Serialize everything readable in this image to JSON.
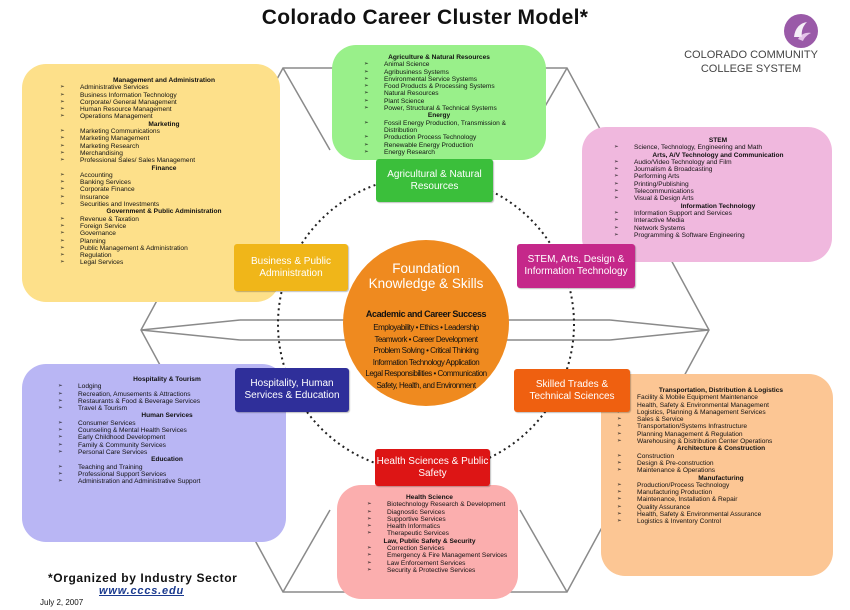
{
  "title": "Colorado Career Cluster Model*",
  "logo": {
    "lines": [
      "COLORADO COMMUNITY",
      "COLLEGE SYSTEM"
    ]
  },
  "footnote": "*Organized by Industry Sector",
  "website": "www.cccs.edu",
  "date": "July 2, 2007",
  "center": {
    "title_line1": "Foundation",
    "title_line2": "Knowledge & Skills",
    "subtitle": "Academic and Career Success",
    "lines": [
      "Employability • Ethics • Leadership",
      "Teamwork • Career Development",
      "Problem Solving • Critical Thinking",
      "Information Technology Application",
      "Legal Responsibilities • Communication",
      "Safety, Health, and Environment"
    ]
  },
  "labels": {
    "agriculture": "Agricultural & Natural Resources",
    "business": "Business & Public Administration",
    "stem": "STEM, Arts, Design & Information Technology",
    "hospitality": "Hospitality, Human Services & Education",
    "skilled": "Skilled Trades & Technical Sciences",
    "health": "Health Sciences & Public Safety"
  },
  "panels": {
    "agriculture": [
      {
        "heading": "Agriculture & Natural Resources",
        "items": [
          "Animal Science",
          "Agribusiness Systems",
          "Environmental Service Systems",
          "Food Products & Processing Systems",
          "Natural Resources",
          "Plant Science",
          "Power, Structural & Technical Systems"
        ]
      },
      {
        "heading": "Energy",
        "items": [
          "Fossil Energy Production, Transmission & Distribution",
          "Production Process Technology",
          "Renewable Energy Production",
          "Energy Research"
        ]
      }
    ],
    "business": [
      {
        "heading": "Management and Administration",
        "items": [
          "Administrative Services",
          "Business Information Technology",
          "Corporate/ General Management",
          "Human Resource Management",
          "Operations Management"
        ]
      },
      {
        "heading": "Marketing",
        "items": [
          "Marketing Communications",
          "Marketing Management",
          "Marketing Research",
          "Merchandising",
          "Professional Sales/ Sales Management"
        ]
      },
      {
        "heading": "Finance",
        "items": [
          "Accounting",
          "Banking Services",
          "Corporate Finance",
          "Insurance",
          "Securities and Investments"
        ]
      },
      {
        "heading": "Government & Public Administration",
        "items": [
          "Revenue & Taxation",
          "Foreign Service",
          "Governance",
          "Planning",
          "Public Management & Administration",
          "Regulation",
          "Legal Services"
        ]
      }
    ],
    "stem": [
      {
        "heading": "STEM",
        "items": [
          "Science, Technology, Engineering and Math"
        ]
      },
      {
        "heading": "Arts, A/V Technology and Communication",
        "items": [
          "Audio/Video Technology and Film",
          "Journalism & Broadcasting",
          "Performing Arts",
          "Printing/Publishing",
          "Telecommunications",
          "Visual & Design Arts"
        ]
      },
      {
        "heading": "Information Technology",
        "items": [
          "Information Support and Services",
          "Interactive Media",
          "Network Systems",
          "Programming & Software Engineering"
        ]
      }
    ],
    "hospitality": [
      {
        "heading": "Hospitality & Tourism",
        "items": [
          "Lodging",
          "Recreation, Amusements & Attractions",
          "Restaurants & Food & Beverage Services",
          "Travel & Tourism"
        ]
      },
      {
        "heading": "Human Services",
        "items": [
          "Consumer Services",
          "Counseling & Mental Health Services",
          "Early Childhood Development",
          "Family & Community Services",
          "Personal Care Services"
        ]
      },
      {
        "heading": "Education",
        "items": [
          "Teaching and Training",
          "Professional Support Services",
          "Administration and Administrative Support"
        ]
      }
    ],
    "skilled": [
      {
        "heading": "Transportation, Distribution & Logistics",
        "items": [
          "Facility & Mobile Equipment Maintenance",
          "Health, Safety & Environmental Management",
          "Logistics, Planning & Management Services",
          "Sales & Service",
          "Transportation/Systems Infrastructure",
          "Planning Management & Regulation",
          "Warehousing & Distribution Center Operations"
        ]
      },
      {
        "heading": "Architecture & Construction",
        "items": [
          "Construction",
          "Design & Pre-construction",
          "Maintenance & Operations"
        ]
      },
      {
        "heading": "Manufacturing",
        "items": [
          "Production/Process Technology",
          "Manufacturing Production",
          "Maintenance, Installation & Repair",
          "Quality Assurance",
          "Health, Safety & Environmental Assurance",
          "Logistics & Inventory Control"
        ]
      }
    ],
    "health": [
      {
        "heading": "Health Science",
        "items": [
          "Biotechnology Research & Development",
          "Diagnostic Services",
          "Supportive Services",
          "Health Informatics",
          "Therapeutic Services"
        ]
      },
      {
        "heading": "Law, Public Safety & Security",
        "items": [
          "Correction Services",
          "Emergency & Fire Management Services",
          "Law Enforcement Services",
          "Security & Protective Services"
        ]
      }
    ]
  },
  "colors": {
    "agriculture_panel": "#99f08a",
    "agriculture_label": "#3bbf3b",
    "business_panel": "#fde08a",
    "business_label": "#f0b619",
    "stem_panel": "#f0b8de",
    "stem_label": "#c5288a",
    "hospitality_panel": "#b9b6f4",
    "hospitality_label": "#2f2f9a",
    "skilled_panel": "#fcc694",
    "skilled_label": "#ef6010",
    "health_panel": "#fbaeae",
    "health_label": "#dd1515",
    "center": "#ef8a1f",
    "logo": "#9a5aa8"
  }
}
